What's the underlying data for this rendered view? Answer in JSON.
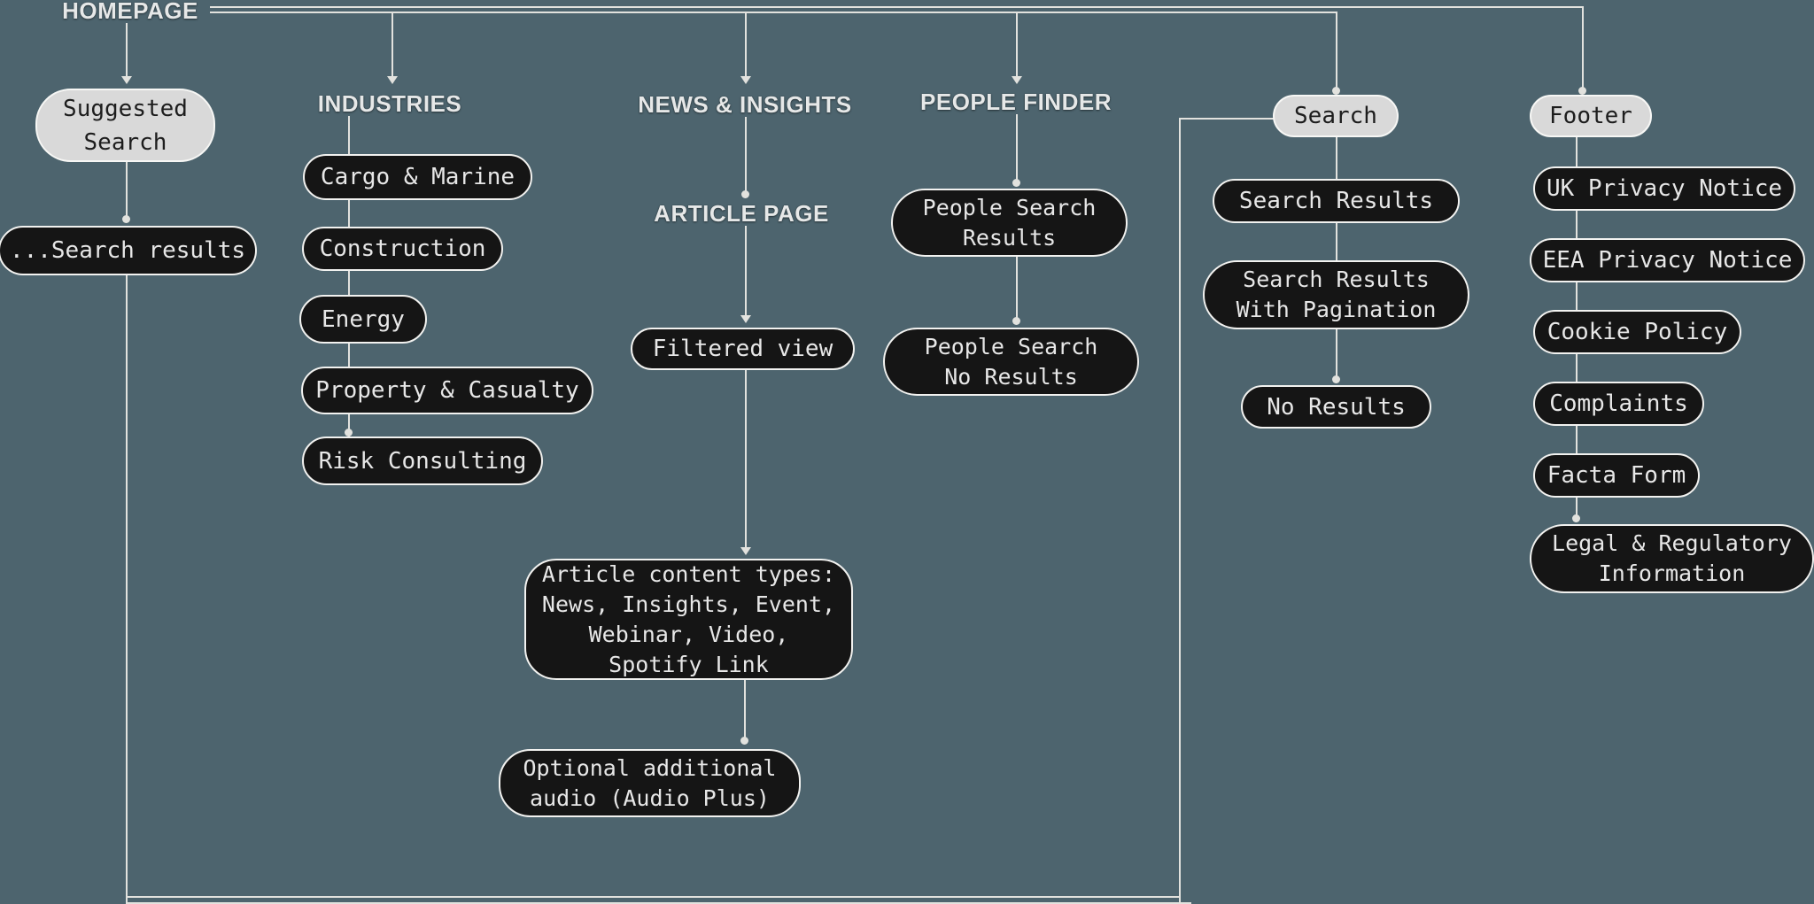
{
  "diagram_title": "HOMEPAGE",
  "colors": {
    "background": "#4d646e",
    "node_fill": "#151515",
    "node_border": "#f2f2f0",
    "node_text": "#e7e7e7",
    "highlight_fill": "#d9d9d9",
    "highlight_text": "#1d1d1d",
    "connector": "#e2e2de",
    "header_text": "#e6e8e8"
  },
  "headers": {
    "homepage": "HOMEPAGE",
    "industries": "INDUSTRIES",
    "news_insights": "NEWS & INSIGHTS",
    "article_page": "ARTICLE PAGE",
    "people_finder": "PEOPLE FINDER"
  },
  "nodes": {
    "suggested_search": "Suggested\nSearch",
    "suggested_search_results": "...Search results",
    "industries": {
      "cargo_marine": "Cargo & Marine",
      "construction": "Construction",
      "energy": "Energy",
      "property_casualty": "Property & Casualty",
      "risk_consulting": "Risk Consulting"
    },
    "news": {
      "filtered_view": "Filtered view",
      "article_content_types": "Article content types:\nNews, Insights, Event,\nWebinar, Video,\nSpotify Link",
      "optional_audio": "Optional additional\naudio (Audio Plus)"
    },
    "people": {
      "results": "People Search\nResults",
      "no_results": "People Search\nNo Results"
    },
    "search": {
      "root": "Search",
      "results": "Search Results",
      "results_pagination": "Search Results\nWith Pagination",
      "no_results": "No Results"
    },
    "footer": {
      "root": "Footer",
      "uk_privacy": "UK Privacy Notice",
      "eea_privacy": "EEA Privacy Notice",
      "cookie_policy": "Cookie Policy",
      "complaints": "Complaints",
      "facta_form": "Facta Form",
      "legal_regulatory": "Legal & Regulatory\nInformation"
    }
  }
}
